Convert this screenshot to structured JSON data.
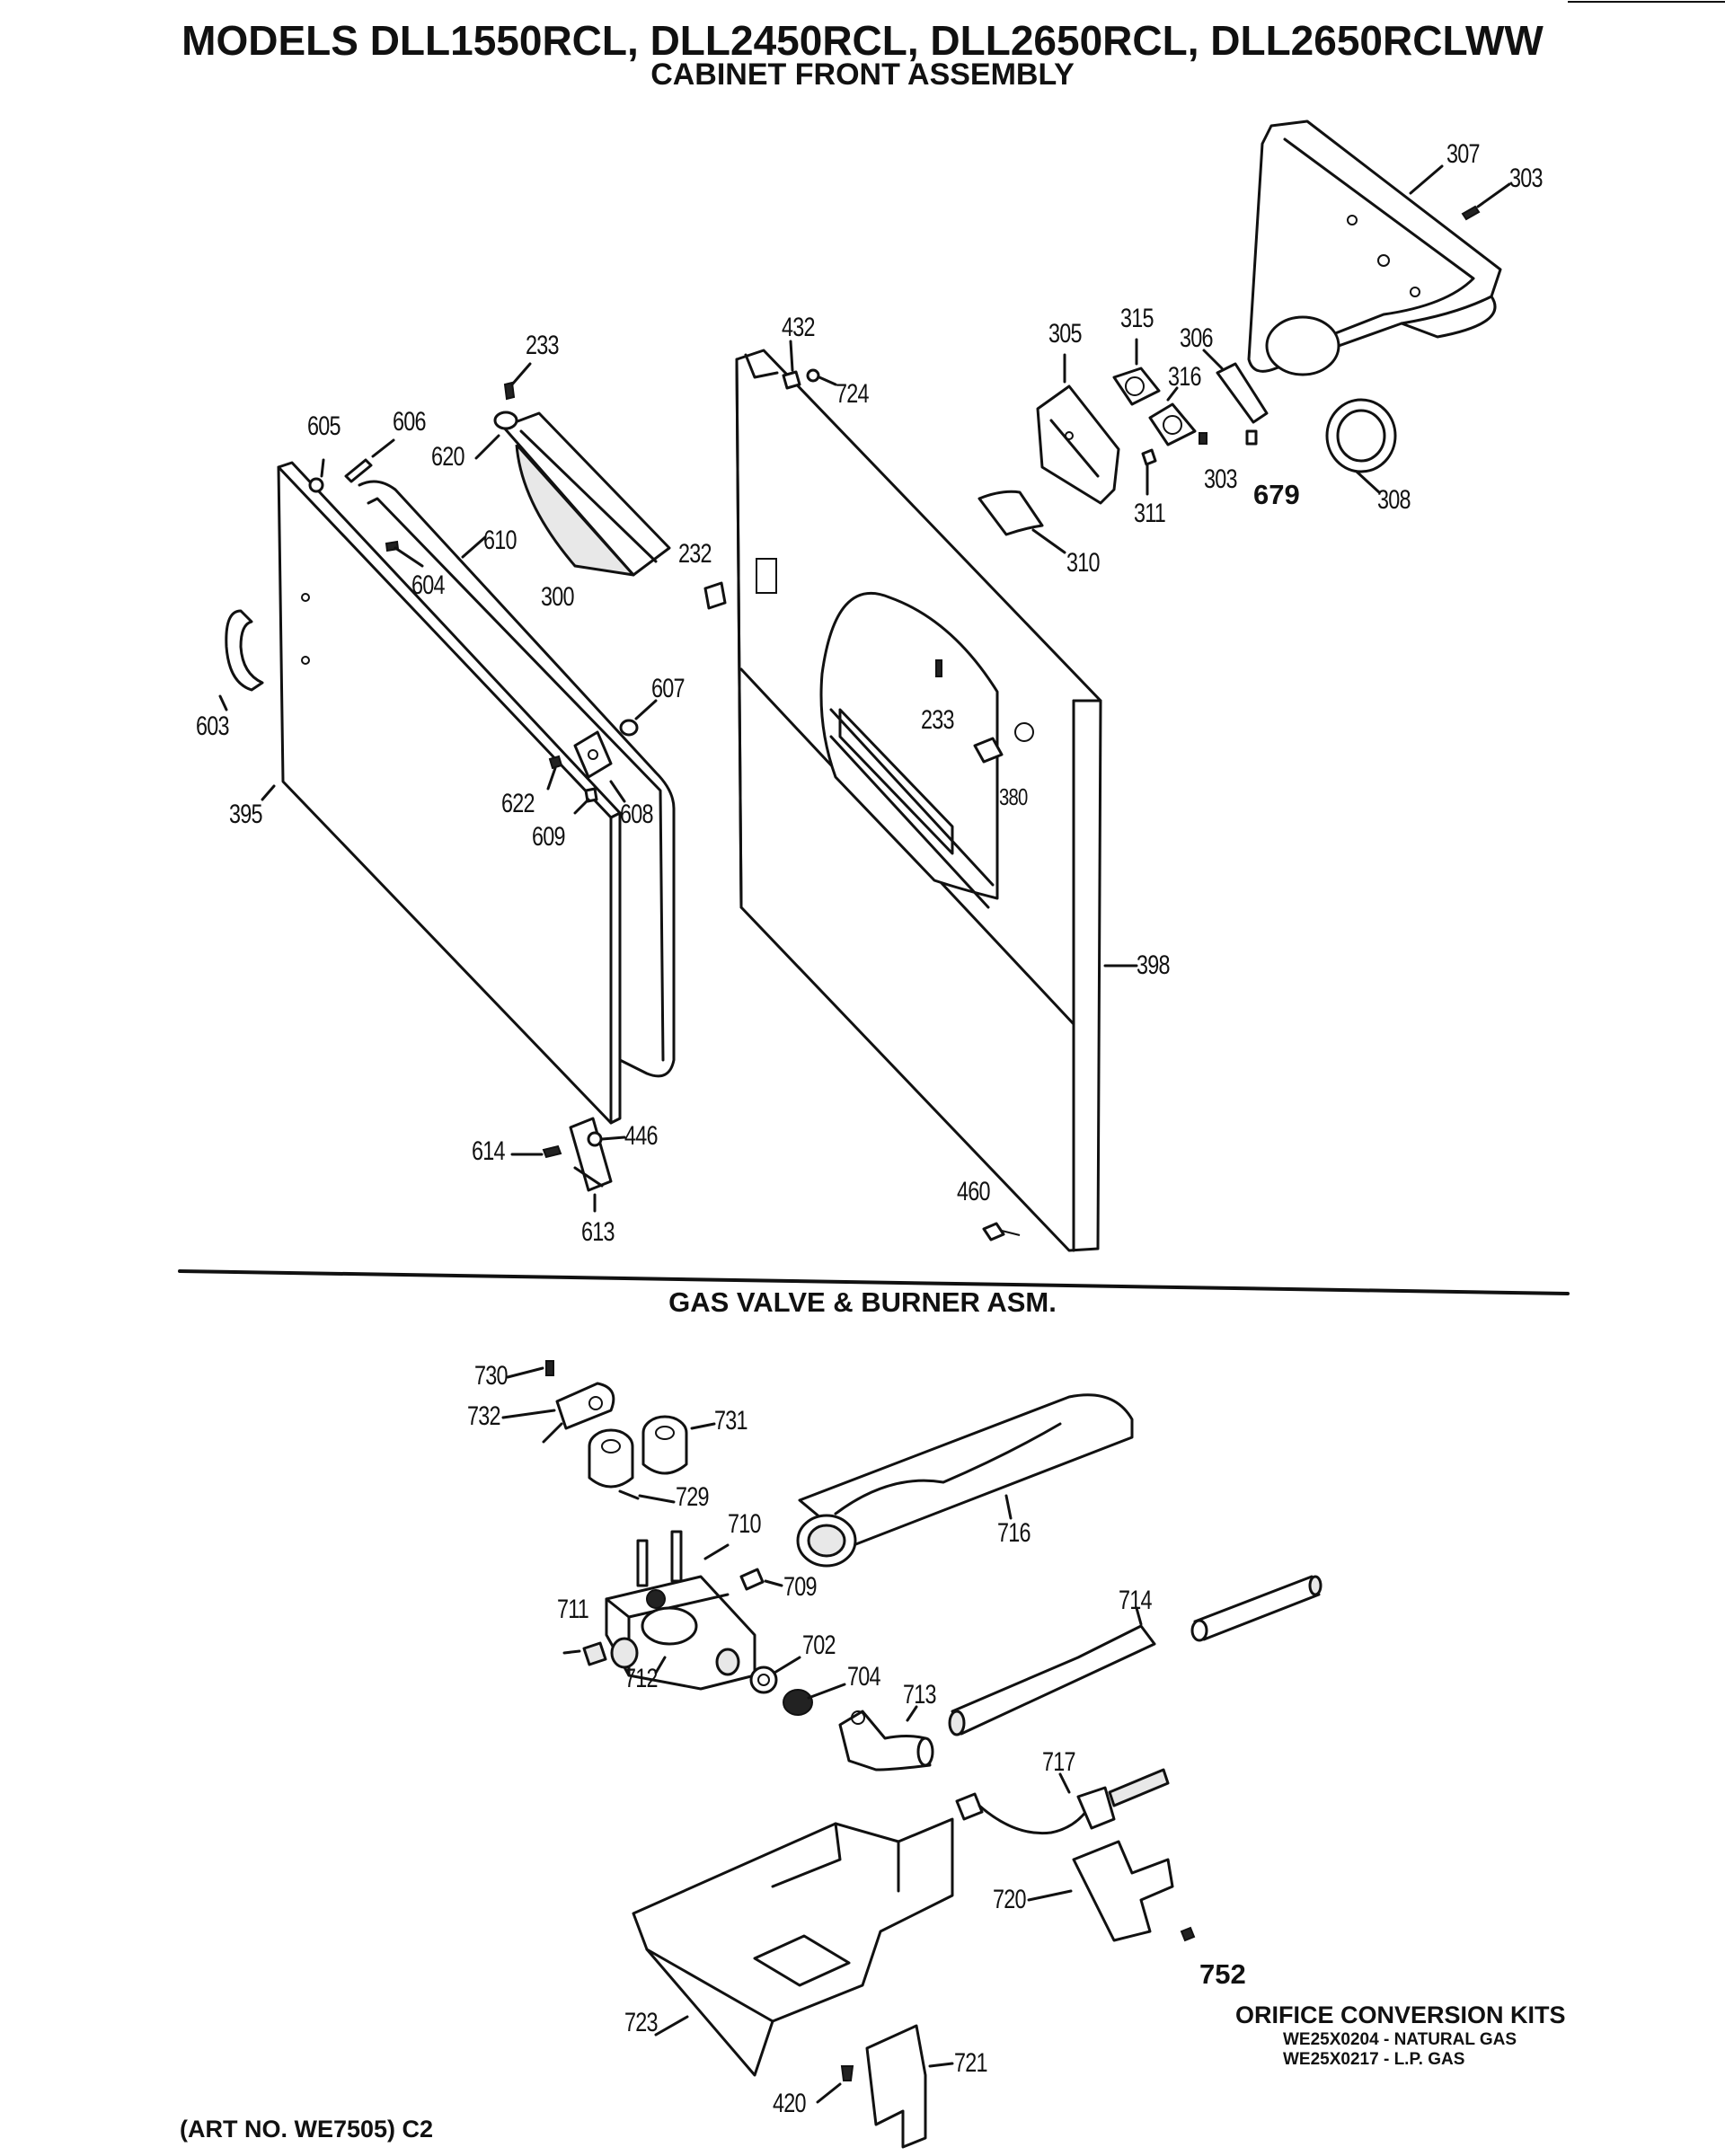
{
  "header": {
    "title": "MODELS DLL1550RCL, DLL2450RCL, DLL2650RCL, DLL2650RCLWW",
    "subtitle": "CABINET FRONT ASSEMBLY"
  },
  "section2_title": "GAS VALVE & BURNER ASM.",
  "footer": {
    "art_no": "(ART NO. WE7505) C2",
    "kits_title": "ORIFICE CONVERSION KITS",
    "kit_natural": "WE25X0204 - NATURAL GAS",
    "kit_lp": "WE25X0217 - L.P. GAS"
  },
  "callouts": {
    "c307": "307",
    "c303a": "303",
    "c233a": "233",
    "c432": "432",
    "c724": "724",
    "c305": "305",
    "c315": "315",
    "c306": "306",
    "c316": "316",
    "c605": "605",
    "c606": "606",
    "c620": "620",
    "c303b": "303",
    "c679": "679",
    "c308": "308",
    "c311": "311",
    "c610": "610",
    "c232": "232",
    "c310": "310",
    "c604": "604",
    "c300": "300",
    "c603": "603",
    "c607": "607",
    "c233b": "233",
    "c380": "380",
    "c622": "622",
    "c608": "608",
    "c395": "395",
    "c609": "609",
    "c398": "398",
    "c614": "614",
    "c446": "446",
    "c613": "613",
    "c460": "460",
    "c730": "730",
    "c732": "732",
    "c731": "731",
    "c729": "729",
    "c710": "710",
    "c716": "716",
    "c709": "709",
    "c711": "711",
    "c714": "714",
    "c702": "702",
    "c712": "712",
    "c704": "704",
    "c713": "713",
    "c717": "717",
    "c720": "720",
    "c752": "752",
    "c723": "723",
    "c721": "721",
    "c420": "420"
  }
}
